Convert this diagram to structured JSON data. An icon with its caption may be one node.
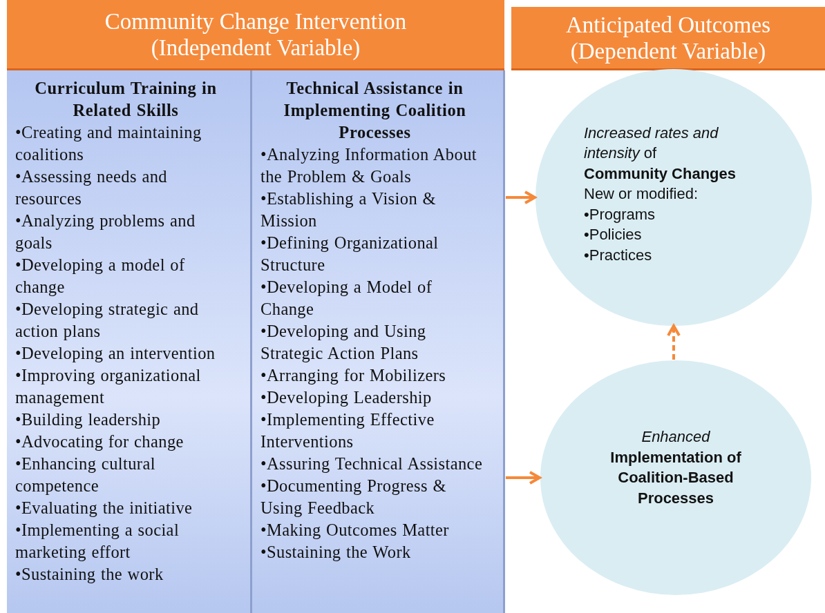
{
  "diagram": {
    "nodes": [
      {
        "text": [
          "Community Change Intervention (Independent Variable)"
        ]
      },
      {
        "text": [
          "Anticipated Outcomes (Dependent Variable)"
        ]
      },
      {
        "text": [
          "Curriculum Training in Related Skills",
          "•Creating and maintaining coalitions",
          "•Assessing needs and resources",
          "•Analyzing problems and goals",
          "•Developing a model of change",
          "•Developing strategic and action plans",
          "•Developing an intervention",
          "•Improving organizational management",
          "•Building leadership",
          "•Advocating for change",
          "•Enhancing cultural competence",
          "•Evaluating the initiative",
          "•Implementing a social marketing effort",
          "•Sustaining the work"
        ]
      },
      {
        "text": [
          "Technical Assistance in Implementing Coalition Processes",
          "•Analyzing Information About the Problem & Goals",
          "•Establishing a Vision & Mission",
          "•Defining Organizational Structure",
          "•Developing a Model of Change",
          "•Developing and Using Strategic Action Plans",
          "•Arranging for Mobilizers",
          "•Developing Leadership",
          "•Implementing Effective Interventions",
          "•Assuring Technical Assistance",
          "•Documenting Progress & Using Feedback",
          "•Making Outcomes Matter",
          "•Sustaining the Work"
        ]
      },
      {
        "text": [
          "*Increased rates and intensity* of",
          "Community Changes",
          "New or modified:",
          "•Programs",
          "•Policies",
          "•Practices"
        ]
      },
      {
        "text": [
          "Enhanced",
          "Implementation of Coalition-Based Processes"
        ]
      }
    ],
    "edges": [
      {
        "from": 3,
        "to": 4,
        "arrow": "to"
      },
      {
        "from": 3,
        "to": 5,
        "arrow": "to"
      },
      {
        "from": 5,
        "to": 4,
        "arrow": "to",
        "style": "dashed"
      }
    ]
  }
}
